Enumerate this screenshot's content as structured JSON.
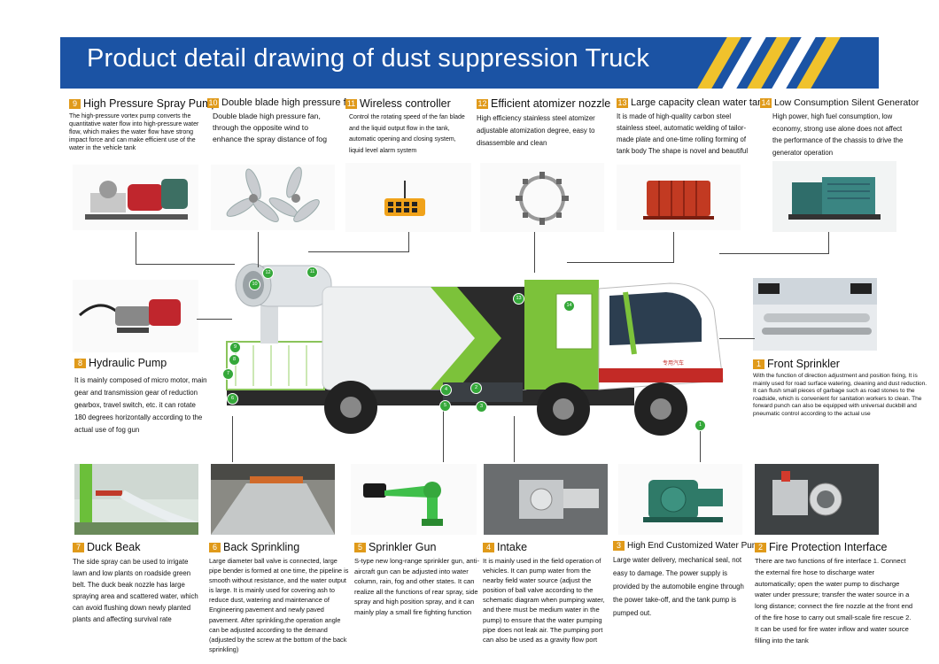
{
  "title": "Product detail drawing of dust suppression Truck",
  "colors": {
    "banner": "#1b53a4",
    "stripe_yellow": "#f0c22c",
    "badge": "#e09a1a",
    "truck_green": "#7cc23a",
    "pin_green": "#35a83a"
  },
  "top_features": [
    {
      "num": "9",
      "title": "High Pressure Spray Pump",
      "desc": "The high-pressure vortex pump converts the quantitative water flow into high-pressure water flow, which makes the water flow have strong impact force and can make efficient use of the water in the vehicle tank"
    },
    {
      "num": "10",
      "title": "Double blade high pressure fan",
      "desc": "Double blade high pressure fan, through the opposite wind to enhance the spray distance of fog"
    },
    {
      "num": "11",
      "title": "Wireless controller",
      "desc": "Control the rotating speed of the fan blade and the liquid output flow in the tank, automatic opening and closing system, liquid level alarm system"
    },
    {
      "num": "12",
      "title": "Efficient atomizer nozzle",
      "desc": "High efficiency stainless steel atomizer adjustable atomization degree, easy to disassemble and clean"
    },
    {
      "num": "13",
      "title": "Large capacity clean water tank",
      "desc": "It is made of high-quality carbon steel stainless steel, automatic welding of tailor-made plate and one-time rolling forming of tank body The shape is novel and beautiful"
    },
    {
      "num": "14",
      "title": "Low Consumption Silent Generator",
      "desc": "High power, high fuel consumption, low economy, strong use alone does not affect the performance of the chassis to drive the generator operation"
    }
  ],
  "hydraulic": {
    "num": "8",
    "title": "Hydraulic Pump",
    "desc": "It is mainly composed of micro motor, main gear and transmission gear of reduction gearbox, travel switch, etc. it can rotate 180 degrees horizontally according to the actual use of fog gun"
  },
  "front": {
    "num": "1",
    "title": "Front Sprinkler",
    "desc": "With the function of direction adjustment and position fixing, It is mainly used for road surface watering, cleaning and dust reduction. It can flush small pieces of garbage such as road stones to the roadside, which is convenient for sanitation workers to clean. The forward punch can also be equipped with universal duckbill and pneumatic control according to the actual use"
  },
  "bottom_features": [
    {
      "num": "7",
      "title": "Duck Beak",
      "desc": "The side spray can be used to irrigate lawn and low plants on roadside green belt. The duck beak nozzle has large spraying area and scattered water, which can avoid flushing down newly planted plants and affecting survival rate"
    },
    {
      "num": "6",
      "title": "Back Sprinkling",
      "desc": "Large diameter ball valve is connected, large pipe bender is formed at one time, the pipeline is smooth without resistance, and the water output is large. It is mainly used for covering ash to reduce dust, watering and maintenance of Engineering pavement and newly paved pavement. After sprinkling,the operation angle can be adjusted according to the demand (adjusted by the screw at the bottom of the back sprinkling)"
    },
    {
      "num": "5",
      "title": "Sprinkler Gun",
      "desc": "S-type new long-range sprinkler gun, anti-aircraft gun can be adjusted into water column, rain, fog and other states. It can realize all the functions of rear spray, side spray and high position spray, and it can mainly play a small fire fighting function"
    },
    {
      "num": "4",
      "title": "Intake",
      "desc": "It is mainly used in the field operation of vehicles. It can pump water from the nearby field water source (adjust the position of ball valve according to the schematic diagram when pumping water, and there must be medium water in the pump) to ensure that the water pumping pipe does not leak air. The pumping port can also be used as a gravity flow port"
    },
    {
      "num": "3",
      "title": "High End Customized Water Pump",
      "desc": "Large water delivery, mechanical seal, not easy to damage. The power supply is provided by the automobile engine through the power take-off, and the tank pump is pumped out."
    },
    {
      "num": "2",
      "title": "Fire Protection Interface",
      "desc": "There are two functions of fire interface 1. Connect the external fire hose to discharge water automatically; open the water pump to discharge water under pressure; transfer the water source in a long distance; connect the fire nozzle at the front end of the fire hose to carry out small-scale fire rescue 2. It can be used for fire water inflow and water source filling into the tank"
    }
  ],
  "truck": {
    "plate_text": "专用汽车"
  },
  "pins": [
    "1",
    "2",
    "3",
    "4",
    "5",
    "6",
    "7",
    "8",
    "9",
    "10",
    "11",
    "12",
    "13",
    "14"
  ],
  "icons": [
    "spray-pump-image",
    "fan-blade-image",
    "remote-controller-image",
    "atomizer-ring-image",
    "water-tank-image",
    "generator-image",
    "hydraulic-pump-image",
    "front-sprinkler-image",
    "duck-beak-image",
    "back-sprinkling-image",
    "sprinkler-gun-image",
    "intake-valve-image",
    "water-pump-image",
    "fire-interface-image",
    "truck-image"
  ]
}
